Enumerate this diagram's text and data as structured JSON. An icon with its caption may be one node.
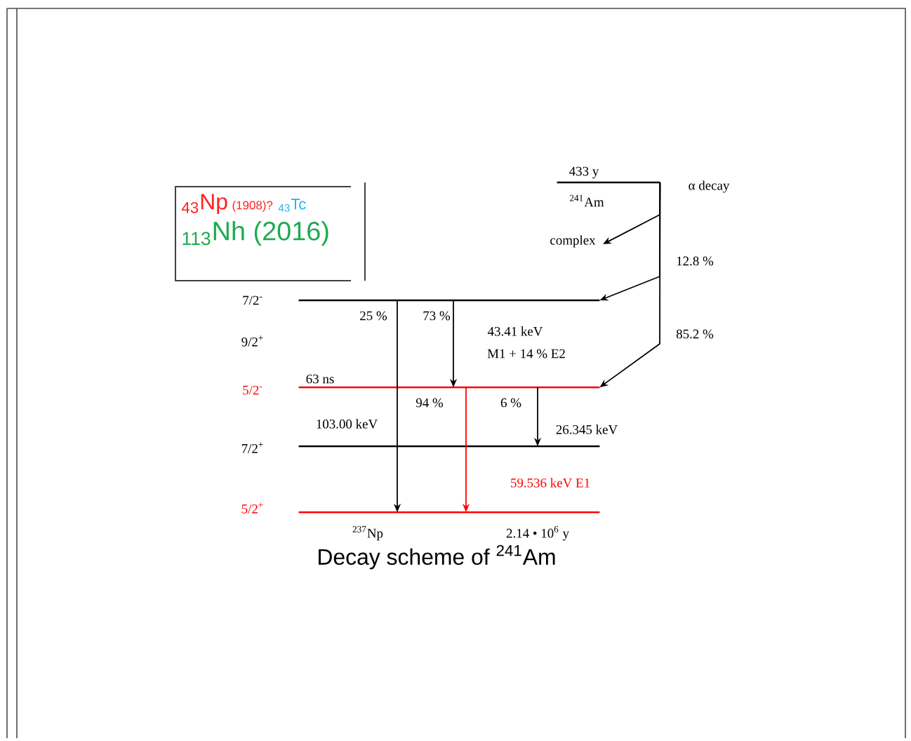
{
  "diagram": {
    "caption": "Decay scheme of $^{241}$Am",
    "nodes": [
      {
        "text": [],
        "shape": "bar",
        "beside": [
          "433 y",
          "$^{241}$Am"
        ]
      },
      {
        "text": [
          "complex"
        ]
      },
      {
        "text": [],
        "shape": "bar"
      },
      {
        "text": [],
        "shape": "bar",
        "beside": [
          "63 ns"
        ]
      },
      {
        "text": [],
        "shape": "bar"
      },
      {
        "text": [],
        "shape": "bar",
        "beside": [
          "$^{237}$Np",
          "2.14 • 10$^{6}$ y"
        ]
      },
      {
        "text": [
          "$_{43}$Np",
          "(1908)?",
          "$_{43}$Tc",
          "$_{113}$Nh (2016)"
        ]
      }
    ],
    "edges": [
      {
        "from": 0,
        "to": 1,
        "arrow": "to"
      },
      {
        "from": 0,
        "to": 2,
        "arrow": "to",
        "label": "12.8 %"
      },
      {
        "from": 0,
        "to": 3,
        "arrow": "to",
        "label": "85.2 %"
      },
      {
        "from": 2,
        "to": 5,
        "arrow": "to",
        "label": "25 %"
      },
      {
        "from": 2,
        "to": 3,
        "arrow": "to",
        "label": "73 %"
      },
      {
        "from": 3,
        "to": 5,
        "arrow": "to",
        "label": "94 %",
        "color": "#ff0000"
      },
      {
        "from": 3,
        "to": 4,
        "arrow": "to",
        "label": "6 %"
      }
    ],
    "labels": [
      "α decay",
      "7/2$^{-}$",
      "9/2$^{+}$",
      "5/2$^{-}$",
      "7/2$^{+}$",
      "5/2$^{+}$",
      "43.41 keV",
      "M1 + 14 % E2",
      "103.00 keV",
      "26.345 keV",
      "59.536 keV E1"
    ]
  }
}
